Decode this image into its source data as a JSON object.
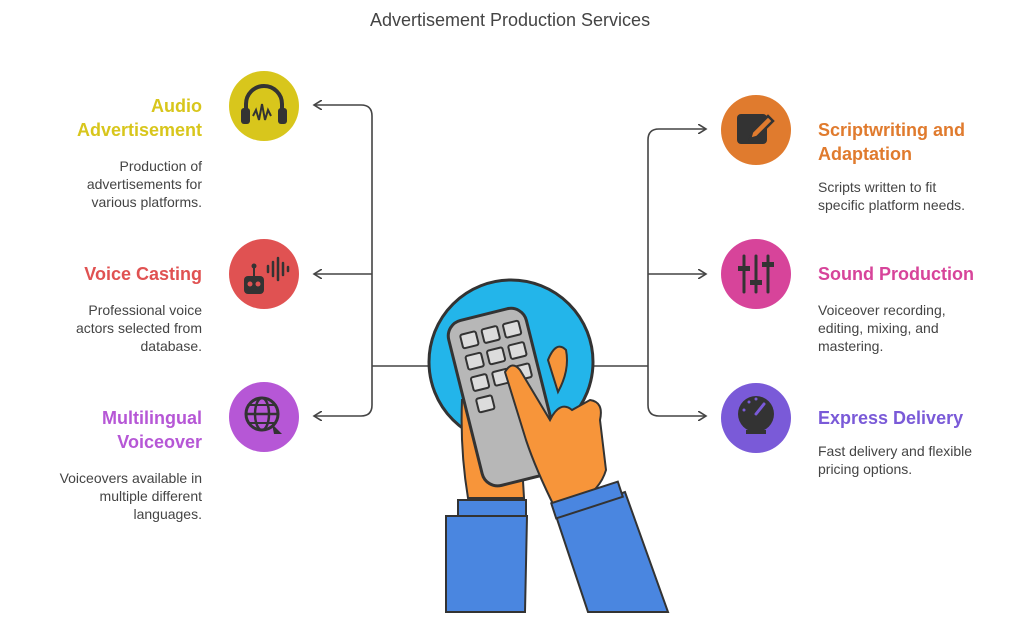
{
  "title": "Advertisement Production Services",
  "colors": {
    "audio": "#d8c61c",
    "casting": "#e05252",
    "multilingual": "#b657d6",
    "scripting": "#e07b2e",
    "sound": "#d7449a",
    "express": "#7a5ad8",
    "connector": "#444444",
    "circle_bg": "#23b5ea",
    "sleeve": "#4a86e0",
    "hand": "#f7953a",
    "device": "#b7b7b7"
  },
  "services": {
    "audio": {
      "heading_line1": "Audio",
      "heading_line2": "Advertisement",
      "desc_line1": "Production of",
      "desc_line2": "advertisements for",
      "desc_line3": "various platforms.",
      "icon": "headphones-icon"
    },
    "casting": {
      "heading": "Voice Casting",
      "desc_line1": "Professional voice",
      "desc_line2": "actors selected from",
      "desc_line3": "database.",
      "icon": "voice-robot-icon"
    },
    "multilingual": {
      "heading_line1": "Multilingual",
      "heading_line2": "Voiceover",
      "desc_line1": "Voiceovers available in",
      "desc_line2": "multiple different",
      "desc_line3": "languages.",
      "icon": "globe-icon"
    },
    "scripting": {
      "heading_line1": "Scriptwriting and",
      "heading_line2": "Adaptation",
      "desc_line1": "Scripts written to fit",
      "desc_line2": "specific platform needs.",
      "icon": "pencil-edit-icon"
    },
    "sound": {
      "heading": "Sound Production",
      "desc_line1": "Voiceover recording,",
      "desc_line2": "editing, mixing, and",
      "desc_line3": "mastering.",
      "icon": "mixer-sliders-icon"
    },
    "express": {
      "heading": "Express Delivery",
      "desc_line1": "Fast delivery and flexible",
      "desc_line2": "pricing options.",
      "icon": "speedometer-icon"
    }
  },
  "center_icon": "hands-remote-icon"
}
